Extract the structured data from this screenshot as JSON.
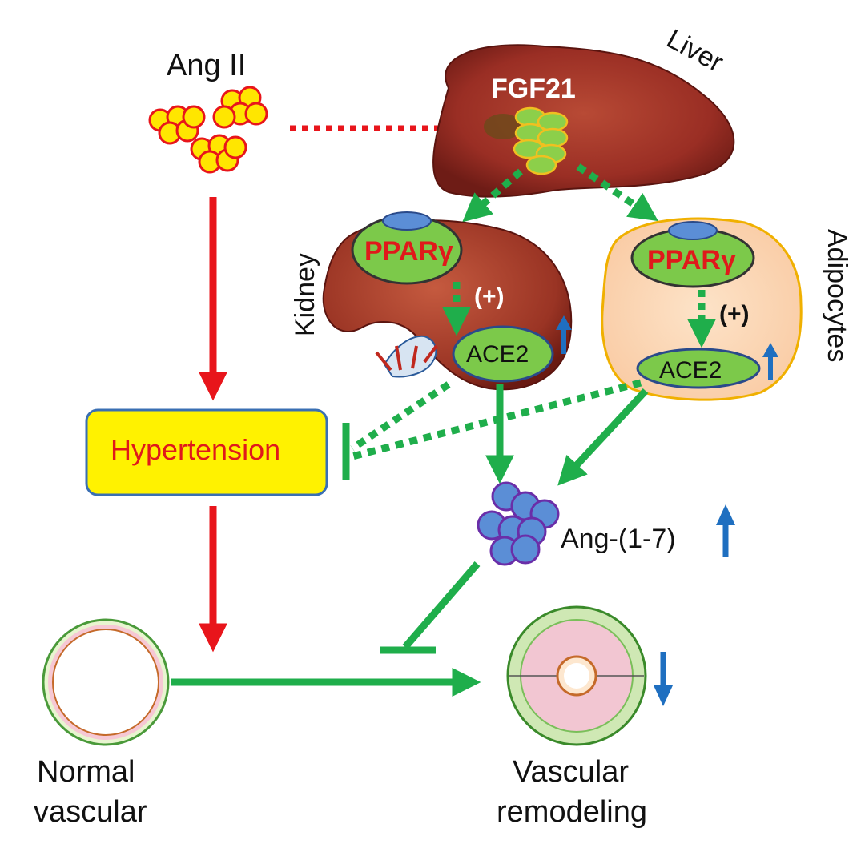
{
  "labels": {
    "ang_ii": "Ang II",
    "liver": "Liver",
    "fgf21": "FGF21",
    "kidney": "Kidney",
    "adipocytes": "Adipocytes",
    "ppar_kidney": "PPARγ",
    "ppar_adipo": "PPARγ",
    "ace2_kidney": "ACE2",
    "ace2_adipo": "ACE2",
    "plus_kidney": "(+)",
    "plus_adipo": "(+)",
    "hypertension": "Hypertension",
    "ang_1_7": "Ang-(1-7)",
    "normal_line1": "Normal",
    "normal_line2": "vascular",
    "remodel_line1": "Vascular",
    "remodel_line2": "remodeling"
  },
  "colors": {
    "red": "#e8151b",
    "green": "#1fae4b",
    "blue": "#1f6fc0",
    "yellow_box": "#fff200",
    "box_border": "#3a6fb3",
    "liver": "#a0322a",
    "ppar_fill": "#7cc94a",
    "ang_ii_fill": "#ffe600",
    "ang17_fill": "#5b8ed6",
    "ang17_stroke": "#6a2ea8"
  },
  "icons": {
    "ang_ii": "molecule-cluster",
    "ang_1_7": "molecule-cluster",
    "up_arrow": "up-arrow-icon",
    "down_arrow": "down-arrow-icon"
  }
}
